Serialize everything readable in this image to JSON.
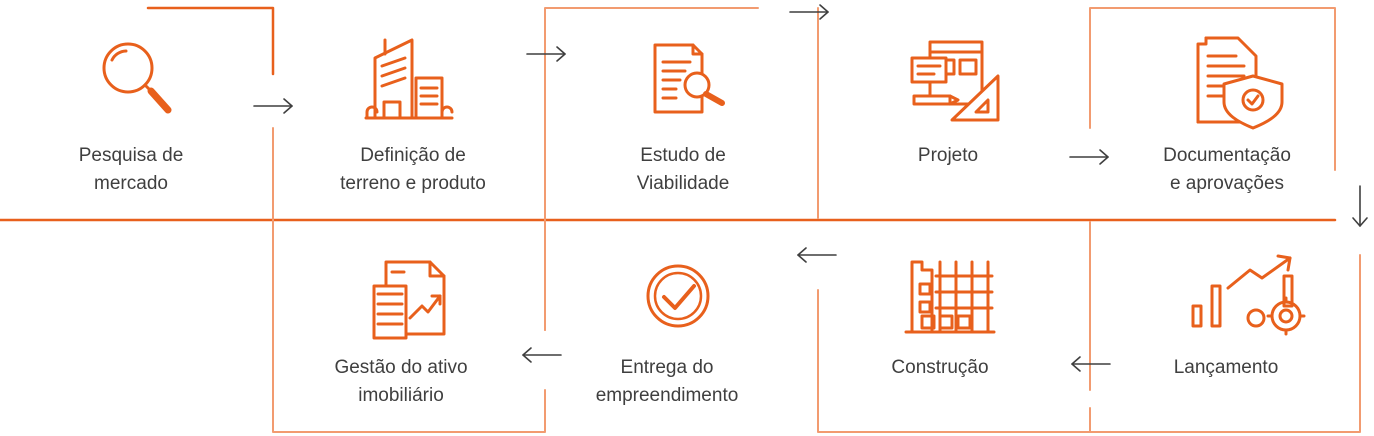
{
  "colors": {
    "accent": "#E8601C",
    "line": "#F29B70",
    "text": "#3f3f3f"
  },
  "steps": [
    {
      "line1": "Pesquisa de",
      "line2": "mercado",
      "icon": "magnifier-icon"
    },
    {
      "line1": "Definição de",
      "line2": "terreno e produto",
      "icon": "buildings-icon"
    },
    {
      "line1": "Estudo de",
      "line2": "Viabilidade",
      "icon": "document-search-icon"
    },
    {
      "line1": "Projeto",
      "line2": "",
      "icon": "design-tools-icon"
    },
    {
      "line1": "Documentação",
      "line2": "e aprovações",
      "icon": "document-shield-icon"
    },
    {
      "line1": "Lançamento",
      "line2": "",
      "icon": "growth-chart-gear-icon"
    },
    {
      "line1": "Construção",
      "line2": "",
      "icon": "building-construction-icon"
    },
    {
      "line1": "Entrega do",
      "line2": "empreendimento",
      "icon": "check-circle-icon"
    },
    {
      "line1": "Gestão do ativo",
      "line2": "imobiliário",
      "icon": "asset-management-icon"
    }
  ]
}
